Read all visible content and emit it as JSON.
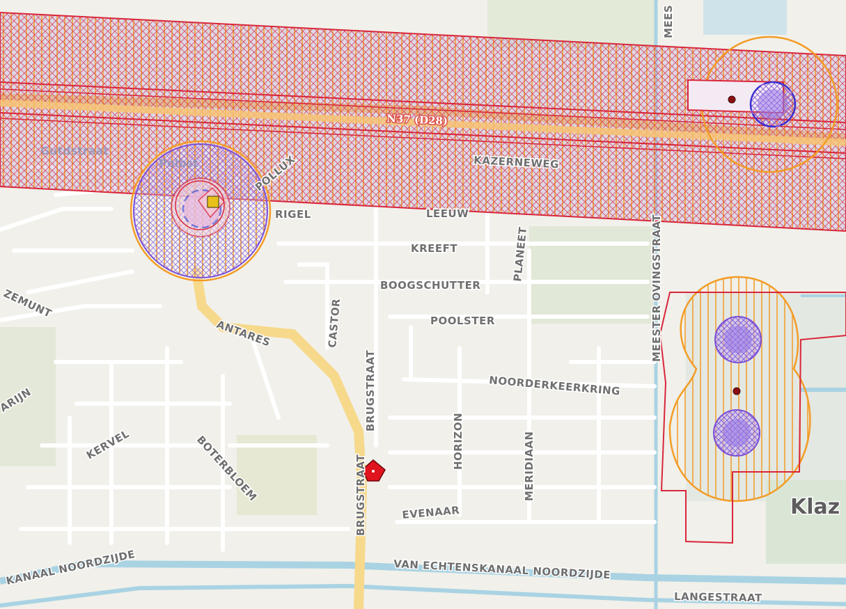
{
  "map": {
    "shield": "N37 (D28)",
    "place_label": "Klaz",
    "streets": {
      "kazerneweg": "KAZERNEWEG",
      "rigel": "RIGEL",
      "leeuw": "LEEUW",
      "pollux": "POLLUX",
      "kreeft": "KREEFT",
      "planeet": "PLANEET",
      "boogschutter": "BOOGSCHUTTER",
      "poolster": "POOLSTER",
      "castor": "CASTOR",
      "antares": "ANTARES",
      "meester_ovingstraat": "MEESTER OVINGSTRAAT",
      "meester_top": "MEES",
      "noorderkeerkring": "NOORDERKEERKRING",
      "brugstraat_north": "BRUGSTRAAT",
      "brugstraat_south": "BRUGSTRAAT",
      "horizon": "HORIZON",
      "meridiaan": "MERIDIAAN",
      "evenaar": "EVENAAR",
      "kervel": "KERVEL",
      "boterbloem": "BOTERBLOEM",
      "zemunt": "ZEMUNT",
      "arijn": "ARIJN",
      "kanaal_noordzijde_west": "KANAAL NOORDZIJDE",
      "van_echtenskanaal_noordzijde": "VAN ECHTENSKANAAL NOORDZIJDE",
      "langestraat": "LANGESTRAAT",
      "faint_west": "Gutdstraat",
      "faint_polder": "Polbst"
    },
    "colors": {
      "base": "#f1f0ea",
      "road": "#ffffff",
      "major_road": "#f7c476",
      "water": "#a9d3e3",
      "zone_red": "#d9263a",
      "zone_orange": "#f39c26",
      "zone_purple": "#7b4fd6",
      "hatch_red": "#e3424e",
      "marker_red": "#e0141e",
      "marker_yellow": "#e8c21a"
    },
    "icons": [
      "diamond-marker-icon",
      "square-marker-icon"
    ]
  }
}
